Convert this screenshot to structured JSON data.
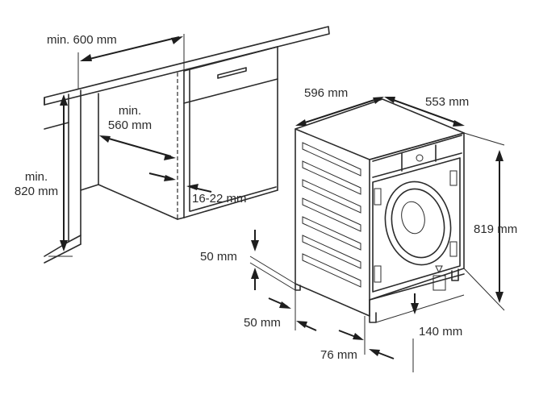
{
  "dimensions": {
    "cabinet_width": "min. 600 mm",
    "cabinet_depth_line1": "min.",
    "cabinet_depth_line2": "560 mm",
    "cabinet_height_line1": "min.",
    "cabinet_height_line2": "820 mm",
    "door_gap": "16-22 mm",
    "appliance_width": "596 mm",
    "appliance_depth": "553 mm",
    "appliance_height": "819 mm",
    "foot_height": "50 mm",
    "side_clearance": "50 mm",
    "rear_clearance": "140 mm",
    "foot_depth": "76 mm"
  }
}
